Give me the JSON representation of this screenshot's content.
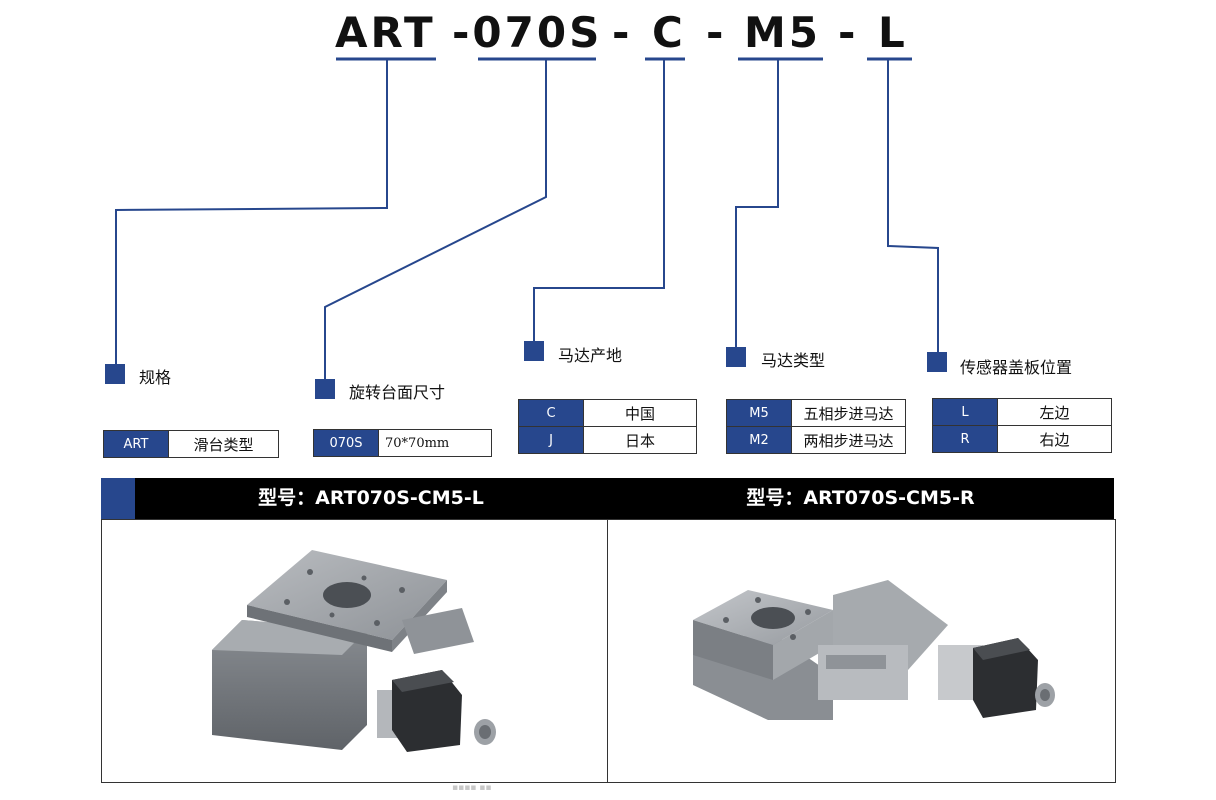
{
  "model_code": {
    "segments": [
      "ART",
      "-070S",
      "-",
      "C",
      "-",
      "M5",
      "-",
      "L"
    ]
  },
  "categories": [
    {
      "title": "规格",
      "rows": [
        {
          "key": "ART",
          "value": "滑台类型"
        }
      ]
    },
    {
      "title": "旋转台面尺寸",
      "rows": [
        {
          "key": "070S",
          "value": "70*70mm"
        }
      ]
    },
    {
      "title": "马达产地",
      "rows": [
        {
          "key": "C",
          "value": "中国"
        },
        {
          "key": "J",
          "value": "日本"
        }
      ]
    },
    {
      "title": "马达类型",
      "rows": [
        {
          "key": "M5",
          "value": "五相步进马达"
        },
        {
          "key": "M2",
          "value": "两相步进马达"
        }
      ]
    },
    {
      "title": "传感器盖板位置",
      "rows": [
        {
          "key": "L",
          "value": "左边"
        },
        {
          "key": "R",
          "value": "右边"
        }
      ]
    }
  ],
  "models": [
    {
      "title": "型号：ART070S-CM5-L"
    },
    {
      "title": "型号：ART070S-CM5-R"
    }
  ],
  "colors": {
    "accent": "#27478d",
    "banner": "#000000",
    "stage_metal": "#9a9ea3"
  }
}
